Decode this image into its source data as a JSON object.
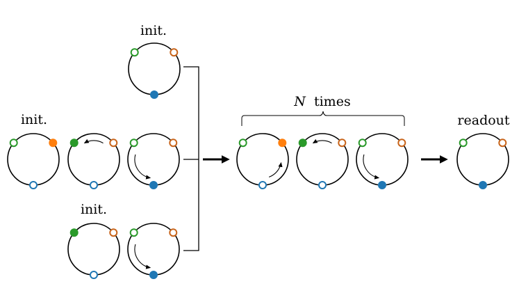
{
  "labels": {
    "init": "init.",
    "n_symbol": "N",
    "n_times": "times",
    "readout": "readout"
  },
  "colors": {
    "ring": "#000000",
    "green": "#2a9a2a",
    "orange": "#ff7f0e",
    "orange_outline": "#c8641a",
    "blue": "#1f77b4",
    "arrow": "#000000"
  },
  "circle_groups": [
    {
      "name": "initial-state-top",
      "circles": [
        {
          "green": "hollow",
          "orange": "hollow",
          "blue": "filled",
          "rotation": "none"
        }
      ]
    },
    {
      "name": "initial-chain-middle",
      "circles": [
        {
          "green": "hollow",
          "orange": "filled",
          "blue": "hollow",
          "rotation": "none"
        },
        {
          "green": "filled",
          "orange": "hollow",
          "blue": "hollow",
          "rotation": "orange-to-green"
        },
        {
          "green": "hollow",
          "orange": "hollow",
          "blue": "filled",
          "rotation": "green-to-blue"
        }
      ]
    },
    {
      "name": "initial-chain-bottom",
      "circles": [
        {
          "green": "filled",
          "orange": "hollow",
          "blue": "hollow",
          "rotation": "none"
        },
        {
          "green": "hollow",
          "orange": "hollow",
          "blue": "filled",
          "rotation": "green-to-blue"
        }
      ]
    },
    {
      "name": "repeated-block",
      "circles": [
        {
          "green": "hollow",
          "orange": "filled",
          "blue": "hollow",
          "rotation": "blue-to-orange"
        },
        {
          "green": "filled",
          "orange": "hollow",
          "blue": "hollow",
          "rotation": "orange-to-green"
        },
        {
          "green": "hollow",
          "orange": "hollow",
          "blue": "filled",
          "rotation": "green-to-blue"
        }
      ]
    },
    {
      "name": "readout-state",
      "circles": [
        {
          "green": "hollow",
          "orange": "hollow",
          "blue": "filled",
          "rotation": "none"
        }
      ]
    }
  ]
}
